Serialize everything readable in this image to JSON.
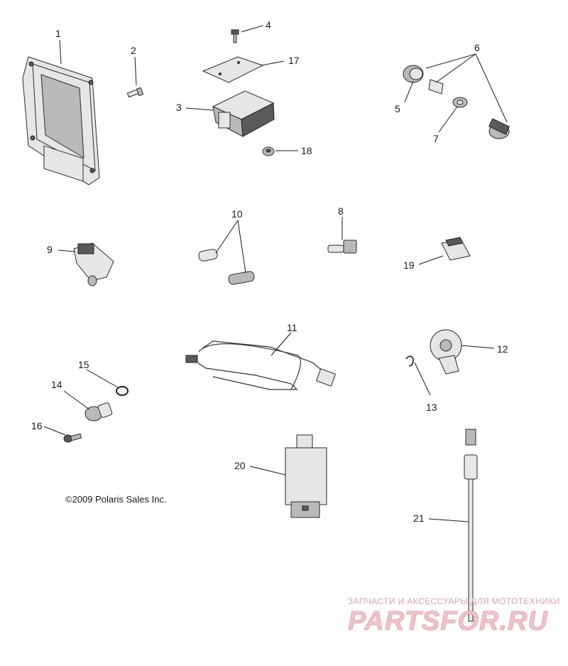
{
  "copyright": "©2009 Polaris Sales Inc.",
  "watermark": {
    "tagline": "ЗАПЧАСТИ И АКСЕССУАРЫ ДЛЯ МОТОТЕХНИКИ",
    "logo": "PARTSFOR.RU"
  },
  "callouts": [
    {
      "id": "1",
      "label": "1"
    },
    {
      "id": "2",
      "label": "2"
    },
    {
      "id": "3",
      "label": "3"
    },
    {
      "id": "4",
      "label": "4"
    },
    {
      "id": "5",
      "label": "5"
    },
    {
      "id": "6",
      "label": "6"
    },
    {
      "id": "7",
      "label": "7"
    },
    {
      "id": "8",
      "label": "8"
    },
    {
      "id": "9",
      "label": "9"
    },
    {
      "id": "10",
      "label": "10"
    },
    {
      "id": "11",
      "label": "11"
    },
    {
      "id": "12",
      "label": "12"
    },
    {
      "id": "13",
      "label": "13"
    },
    {
      "id": "14",
      "label": "14"
    },
    {
      "id": "15",
      "label": "15"
    },
    {
      "id": "16",
      "label": "16"
    },
    {
      "id": "17",
      "label": "17"
    },
    {
      "id": "18",
      "label": "18"
    },
    {
      "id": "19",
      "label": "19"
    },
    {
      "id": "20",
      "label": "20"
    },
    {
      "id": "21",
      "label": "21"
    }
  ]
}
